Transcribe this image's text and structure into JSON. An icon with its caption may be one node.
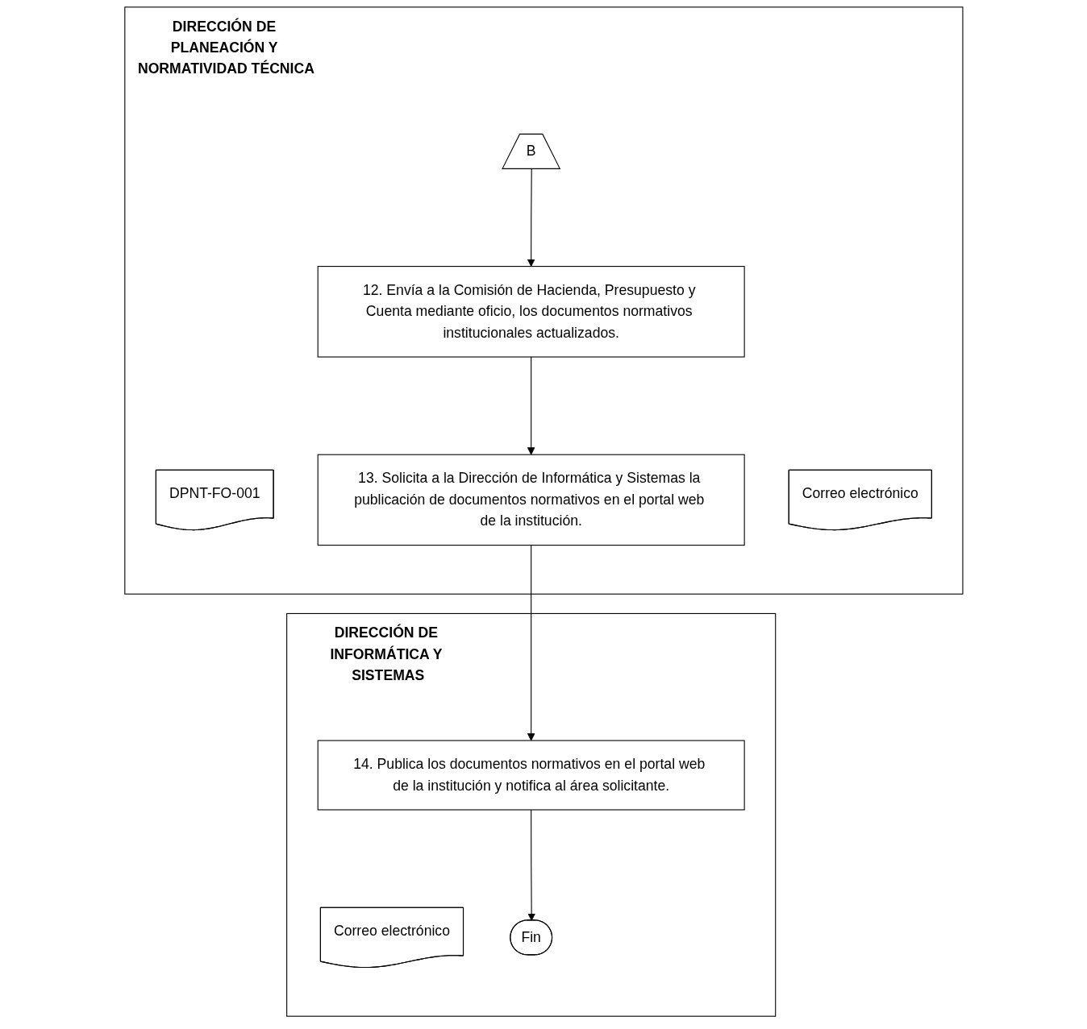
{
  "diagram": {
    "nodes": [
      {
        "text": [
          "DIRECCIÓN DE PLANEACIÓN Y NORMATIVIDAD TÉCNICA"
        ]
      },
      {
        "text": [
          "B"
        ],
        "in": 0
      },
      {
        "text": [
          "12. Envía a la Comisión de Hacienda, Presupuesto y Cuenta mediante oficio, los documentos normativos institucionales actualizados."
        ],
        "in": 0
      },
      {
        "text": [
          "DPNT-FO-001"
        ],
        "in": 0
      },
      {
        "text": [
          "13. Solicita a la Dirección de Informática y Sistemas la publicación de documentos normativos en el portal web de la institución."
        ],
        "in": 0
      },
      {
        "text": [
          "Correo electrónico"
        ],
        "in": 0
      },
      {
        "text": [
          "DIRECCIÓN DE INFORMÁTICA Y SISTEMAS"
        ]
      },
      {
        "text": [
          "14. Publica los documentos normativos en el portal web de la institución y notifica al área solicitante."
        ],
        "in": 6
      },
      {
        "text": [
          "Correo electrónico"
        ],
        "in": 6
      },
      {
        "text": [
          "Fin"
        ],
        "in": 6
      }
    ],
    "edges": [
      {
        "from": 1,
        "to": 2,
        "arrow": "to"
      },
      {
        "from": 2,
        "to": 4,
        "arrow": "to"
      },
      {
        "from": 4,
        "to": 7,
        "arrow": "to"
      },
      {
        "from": 7,
        "to": 9,
        "arrow": "to"
      }
    ]
  }
}
